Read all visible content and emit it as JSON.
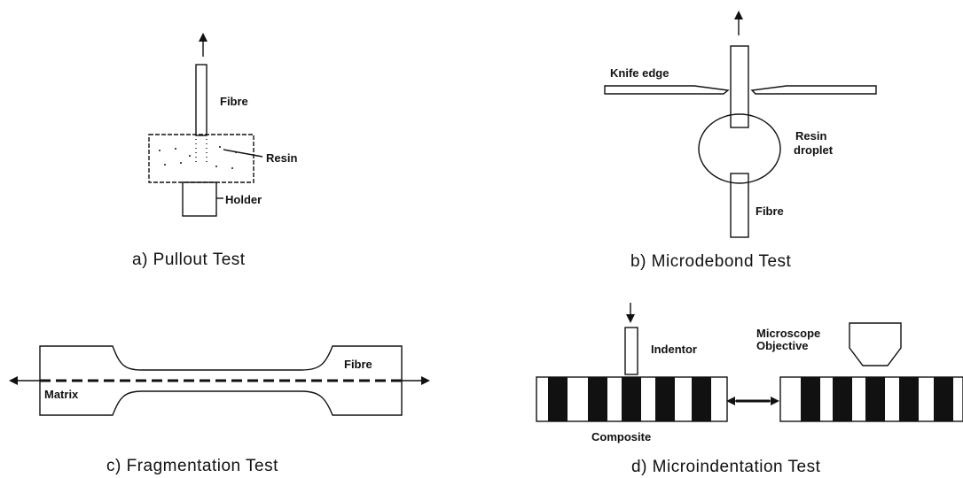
{
  "panels": {
    "pullout": {
      "caption": "a) Pullout Test",
      "labels": {
        "fibre": "Fibre",
        "resin": "Resin",
        "holder": "Holder"
      }
    },
    "microdebond": {
      "caption": "b) Microdebond Test",
      "labels": {
        "knife_edge": "Knife edge",
        "resin": "Resin",
        "droplet": "droplet",
        "fibre": "Fibre"
      }
    },
    "fragmentation": {
      "caption": "c) Fragmentation Test",
      "labels": {
        "fibre": "Fibre",
        "matrix": "Matrix"
      }
    },
    "microindentation": {
      "caption": "d) Microindentation Test",
      "labels": {
        "indentor": "Indentor",
        "microscope": "Microscope",
        "objective": "Objective",
        "composite": "Composite"
      }
    }
  }
}
